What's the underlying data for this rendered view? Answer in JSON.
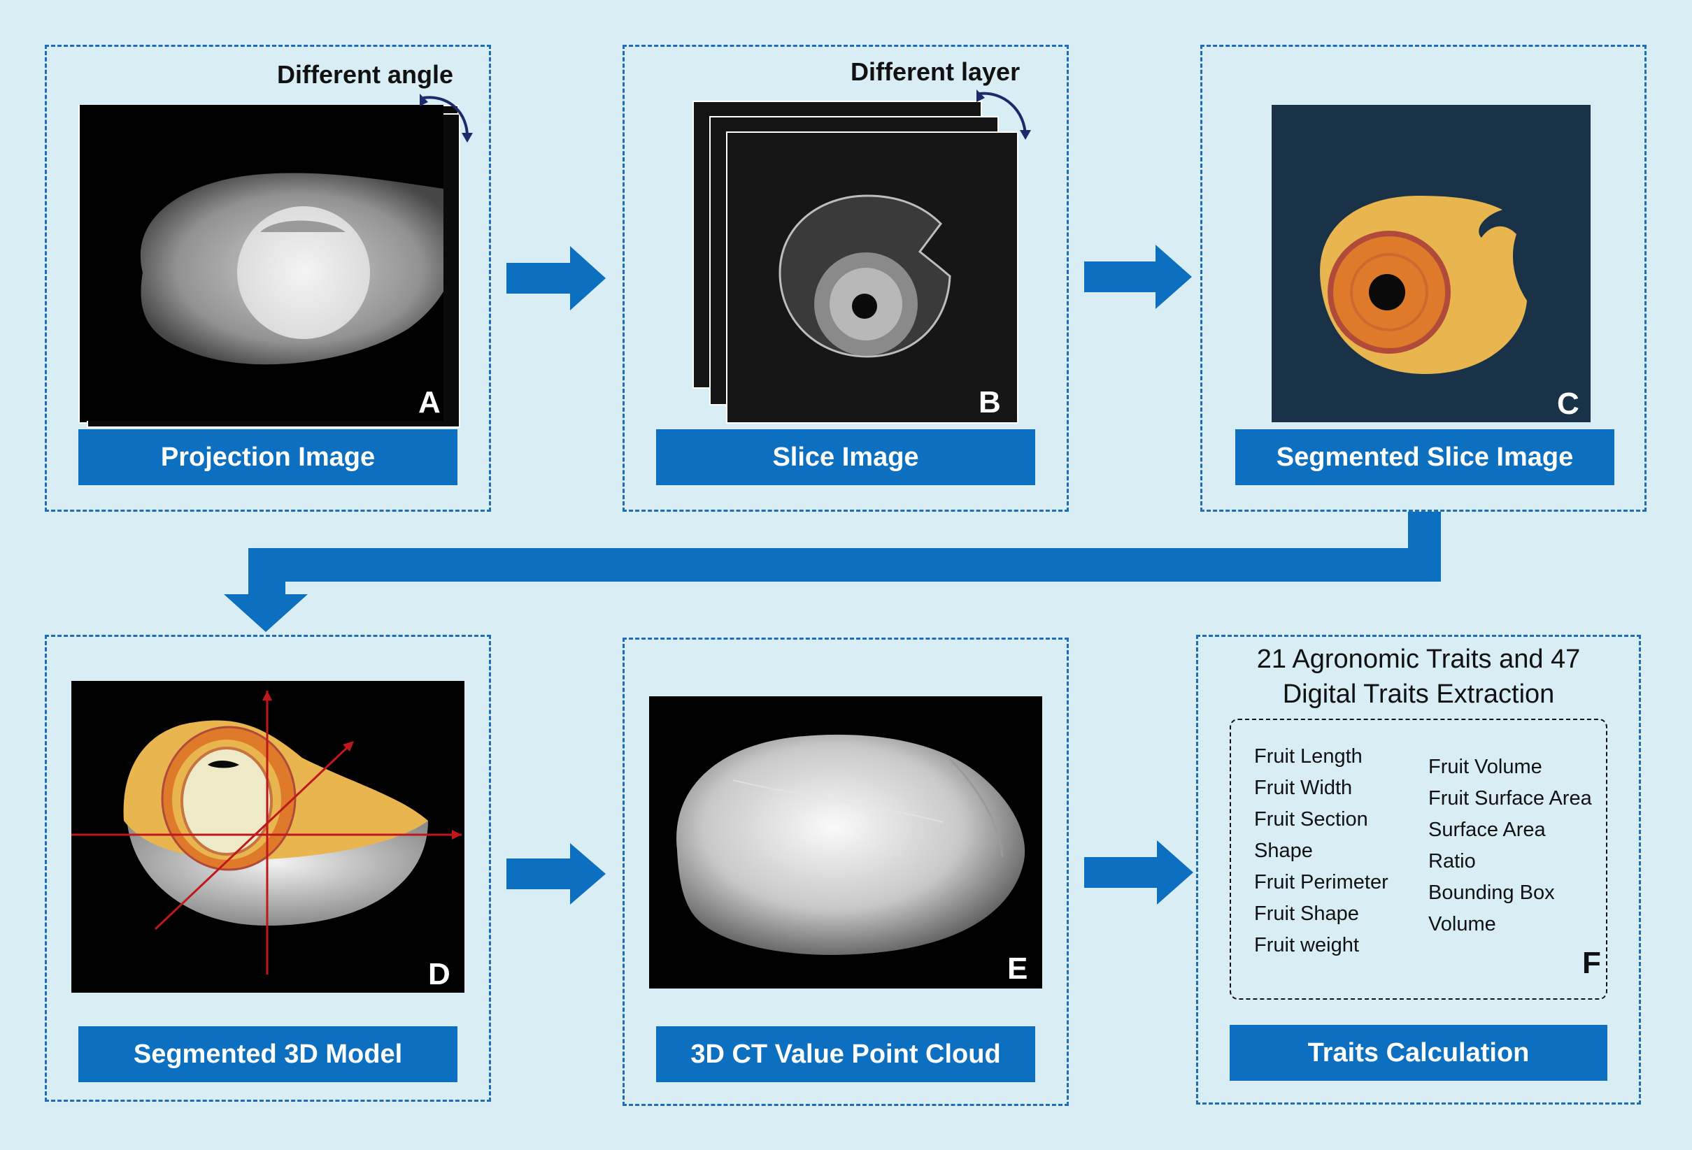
{
  "panels": {
    "a": {
      "letter": "A",
      "label": "Projection Image",
      "note": "Different angle"
    },
    "b": {
      "letter": "B",
      "label": "Slice Image",
      "note": "Different layer"
    },
    "c": {
      "letter": "C",
      "label": "Segmented Slice Image"
    },
    "d": {
      "letter": "D",
      "label": "Segmented 3D Model"
    },
    "e": {
      "letter": "E",
      "label": "3D CT Value Point Cloud"
    },
    "f": {
      "letter": "F",
      "label": "Traits Calculation",
      "title_line1": "21 Agronomic Traits and 47",
      "title_line2": "Digital Traits Extraction",
      "traits_left": [
        "Fruit Length",
        "Fruit Width",
        "Fruit Section",
        "Shape",
        "Fruit Perimeter",
        "Fruit Shape",
        "Fruit weight"
      ],
      "traits_right": [
        "Fruit Volume",
        "Fruit Surface Area",
        "Surface Area",
        "Ratio",
        "Bounding Box",
        "Volume"
      ]
    }
  },
  "colors": {
    "background": "#d9edf5",
    "panel_border": "#1f6db5",
    "label_bar": "#0d6fc0",
    "arrow": "#0d6fc0",
    "segment_outer": "#e8b54e",
    "segment_ring": "#de7a2a",
    "segment_dark_bg": "#1a3247",
    "axis_red": "#c0171d"
  },
  "icons": [
    "rotate-arrow-icon",
    "flow-arrow-icon"
  ]
}
